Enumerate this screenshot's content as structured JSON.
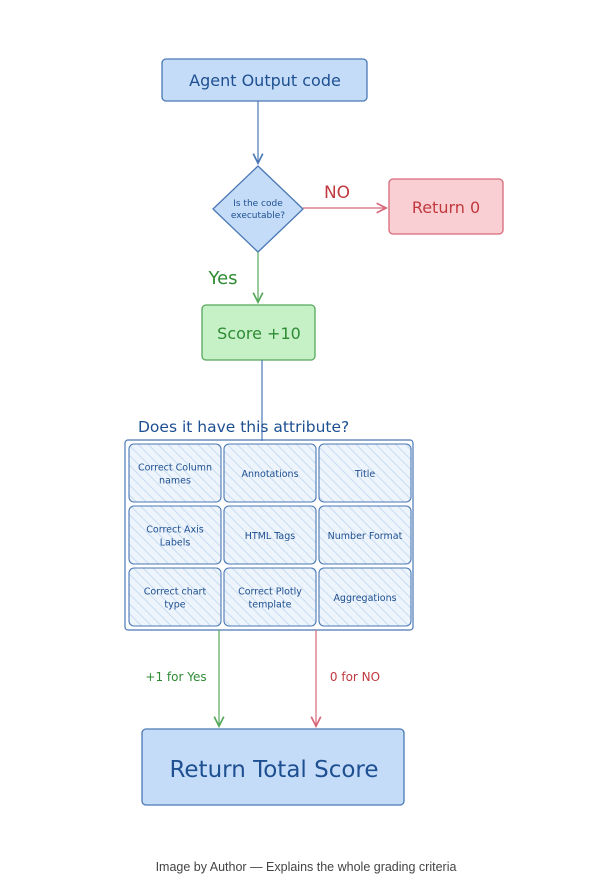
{
  "diagram": {
    "start": {
      "label": "Agent Output code"
    },
    "decision": {
      "label_line1": "Is the code",
      "label_line2": "executable?"
    },
    "no_label": "NO",
    "return_zero": {
      "label": "Return 0"
    },
    "yes_label": "Yes",
    "score": {
      "label": "Score +10"
    },
    "attributes_heading": "Does it have this attribute?",
    "attributes": [
      [
        "Correct Column",
        "names"
      ],
      [
        "Annotations"
      ],
      [
        "Title"
      ],
      [
        "Correct Axis",
        "Labels"
      ],
      [
        "HTML Tags"
      ],
      [
        "Number Format"
      ],
      [
        "Correct chart",
        "type"
      ],
      [
        "Correct Plotly",
        "template"
      ],
      [
        "Aggregations"
      ]
    ],
    "plus_one_label": "+1 for Yes",
    "zero_label": "0 for NO",
    "total": {
      "label": "Return Total Score"
    }
  },
  "caption": "Image by Author — Explains the whole grading criteria",
  "colors": {
    "blue_fill": "#c5dcf8",
    "blue_stroke": "#4a78b5",
    "blue_text": "#1d4f91",
    "red_fill": "#f9cfd3",
    "red_stroke": "#d7697a",
    "red_text": "#c0393f",
    "green_fill": "#c6f0c6",
    "green_stroke": "#55a85a",
    "green_text": "#2e8b34",
    "grid_hatch": "#c7dcf2"
  }
}
